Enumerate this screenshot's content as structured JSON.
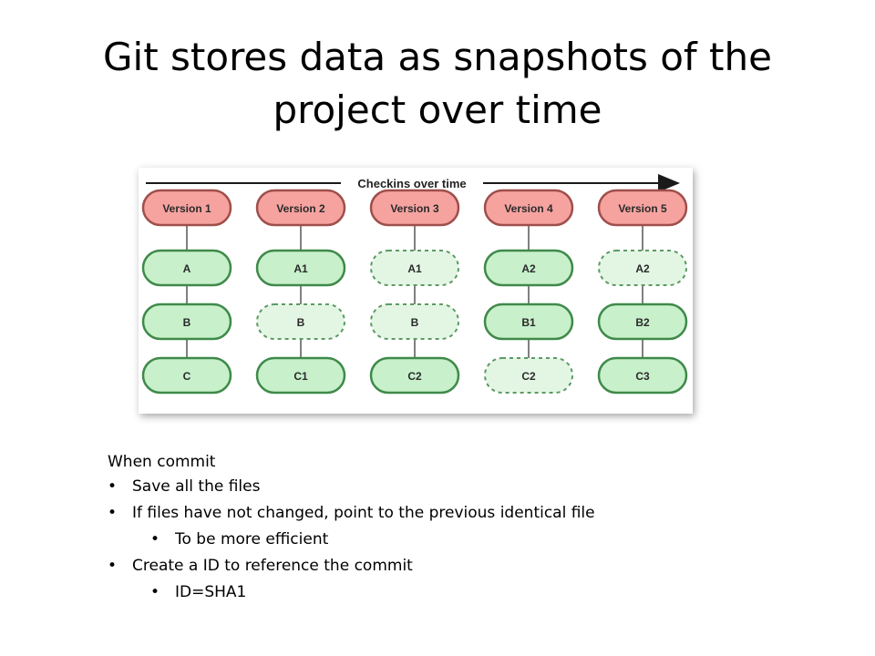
{
  "slide": {
    "title_line1": "Git stores data as snapshots of the",
    "title_line2": "project over time"
  },
  "diagram": {
    "timeline_label": "Checkins over time",
    "colors": {
      "version_fill": "#f6a3a0",
      "version_stroke": "#9f4f4b",
      "file_fill": "#c7f0cb",
      "file_stroke": "#3f8a4a",
      "pointer_fill": "#e3f6e4",
      "pointer_stroke": "#5c9a63"
    },
    "columns": [
      {
        "version": "Version 1",
        "files": [
          {
            "label": "A",
            "changed": true
          },
          {
            "label": "B",
            "changed": true
          },
          {
            "label": "C",
            "changed": true
          }
        ]
      },
      {
        "version": "Version 2",
        "files": [
          {
            "label": "A1",
            "changed": true
          },
          {
            "label": "B",
            "changed": false
          },
          {
            "label": "C1",
            "changed": true
          }
        ]
      },
      {
        "version": "Version 3",
        "files": [
          {
            "label": "A1",
            "changed": false
          },
          {
            "label": "B",
            "changed": false
          },
          {
            "label": "C2",
            "changed": true
          }
        ]
      },
      {
        "version": "Version 4",
        "files": [
          {
            "label": "A2",
            "changed": true
          },
          {
            "label": "B1",
            "changed": true
          },
          {
            "label": "C2",
            "changed": false
          }
        ]
      },
      {
        "version": "Version 5",
        "files": [
          {
            "label": "A2",
            "changed": false
          },
          {
            "label": "B2",
            "changed": true
          },
          {
            "label": "C3",
            "changed": true
          }
        ]
      }
    ]
  },
  "notes": {
    "heading": "When commit",
    "bullets": [
      {
        "text": "Save all the files",
        "sub": []
      },
      {
        "text": "If files have not changed, point to the previous identical file",
        "sub": [
          "To be more efficient"
        ]
      },
      {
        "text": "Create a ID to reference the commit",
        "sub": [
          "ID=SHA1"
        ]
      }
    ]
  }
}
